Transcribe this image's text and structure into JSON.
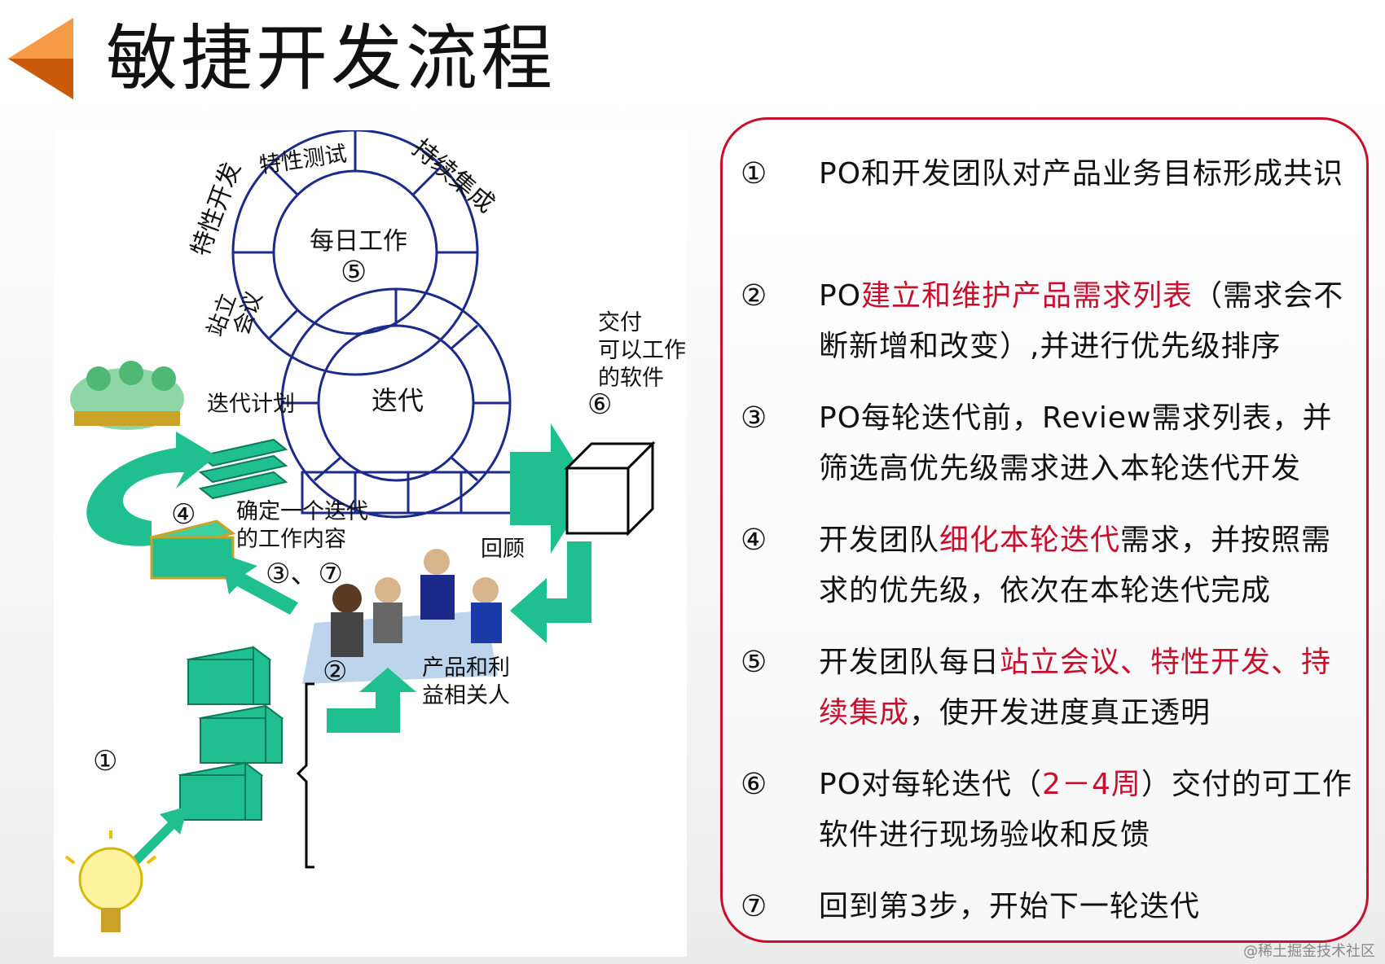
{
  "header": {
    "title": "敏捷开发流程"
  },
  "diagram": {
    "labels": {
      "feature_test": "特性测试",
      "continuous_integration": "持续集成",
      "feature_dev": "特性开发",
      "standup_line1": "站立",
      "standup_line2": "会议",
      "daily_work": "每日工作",
      "daily_num": "⑤",
      "iteration": "迭代",
      "deliver_line1": "交付",
      "deliver_line2": "可以工作",
      "deliver_line3": "的软件",
      "deliver_num": "⑥",
      "iteration_plan": "迭代计划",
      "plan_num": "④",
      "define_line1": "确定一个迭代",
      "define_line2": "的工作内容",
      "review": "回顾",
      "steps_37": "③、⑦",
      "stake_num": "②",
      "stake_line1": "产品和利",
      "stake_line2": "益相关人",
      "idea_num": "①"
    }
  },
  "steps": [
    {
      "num": "①",
      "parts": [
        {
          "t": "PO和开发团队对产品业务目标形成共识",
          "hl": false
        }
      ]
    },
    {
      "num": "②",
      "parts": [
        {
          "t": "PO",
          "hl": false
        },
        {
          "t": "建立和维护产品需求列表",
          "hl": true
        },
        {
          "t": "（需求会不断新增和改变）,并进行优先级排序",
          "hl": false
        }
      ]
    },
    {
      "num": "③",
      "parts": [
        {
          "t": "PO每轮迭代前，Review需求列表，并筛选高优先级需求进入本轮迭代开发",
          "hl": false
        }
      ]
    },
    {
      "num": "④",
      "parts": [
        {
          "t": "开发团队",
          "hl": false
        },
        {
          "t": "细化本轮迭代",
          "hl": true
        },
        {
          "t": "需求，并按照需求的优先级，依次在本轮迭代完成",
          "hl": false
        }
      ]
    },
    {
      "num": "⑤",
      "parts": [
        {
          "t": "开发团队每日",
          "hl": false
        },
        {
          "t": "站立会议、特性开发、持续集成",
          "hl": true
        },
        {
          "t": "，使开发进度真正透明",
          "hl": false
        }
      ]
    },
    {
      "num": "⑥",
      "parts": [
        {
          "t": "PO对每轮迭代（",
          "hl": false
        },
        {
          "t": "2－4周",
          "hl": true
        },
        {
          "t": "）交付的可工作软件进行现场验收和反馈",
          "hl": false
        }
      ]
    },
    {
      "num": "⑦",
      "parts": [
        {
          "t": "回到第3步，开始下一轮迭代",
          "hl": false
        }
      ]
    }
  ],
  "footer": {
    "watermark": "@稀土掘金技术社区"
  },
  "colors": {
    "accent_red": "#c8102e",
    "box_green": "#1fbf8f",
    "ring_blue": "#1c2a8a",
    "title_arrow": "#e8761e"
  }
}
